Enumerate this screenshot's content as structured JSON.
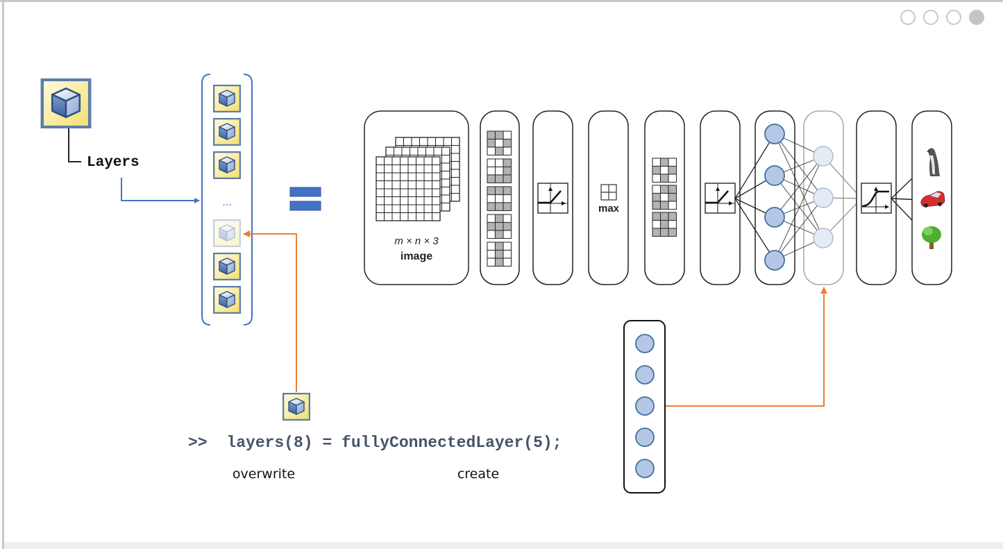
{
  "slide_nav": {
    "dots": [
      {
        "label": "slide-1",
        "active": false
      },
      {
        "label": "slide-2",
        "active": false
      },
      {
        "label": "slide-3",
        "active": false
      },
      {
        "label": "slide-4",
        "active": true
      }
    ]
  },
  "tree": {
    "label": "Layers"
  },
  "layer_array": {
    "ellipsis": "...",
    "count_visible": 6,
    "replaced_index_position": 4
  },
  "equals_sign": "=",
  "network": {
    "input": {
      "dims": "m × n × 3",
      "label": "image"
    },
    "pool_label": "max",
    "outputs": [
      "penguin",
      "car",
      "tree"
    ]
  },
  "command": {
    "prompt": ">>",
    "text": "layers(8) = fullyConnectedLayer(5);",
    "overwrite_label": "overwrite",
    "create_label": "create"
  },
  "new_layer": {
    "neurons": 5
  },
  "colors": {
    "blue_arrow": "#4472c4",
    "orange_arrow": "#ed7d31",
    "neuron_fill": "#b4c7e7",
    "neuron_stroke": "#41719c",
    "code_text": "#44546a"
  }
}
